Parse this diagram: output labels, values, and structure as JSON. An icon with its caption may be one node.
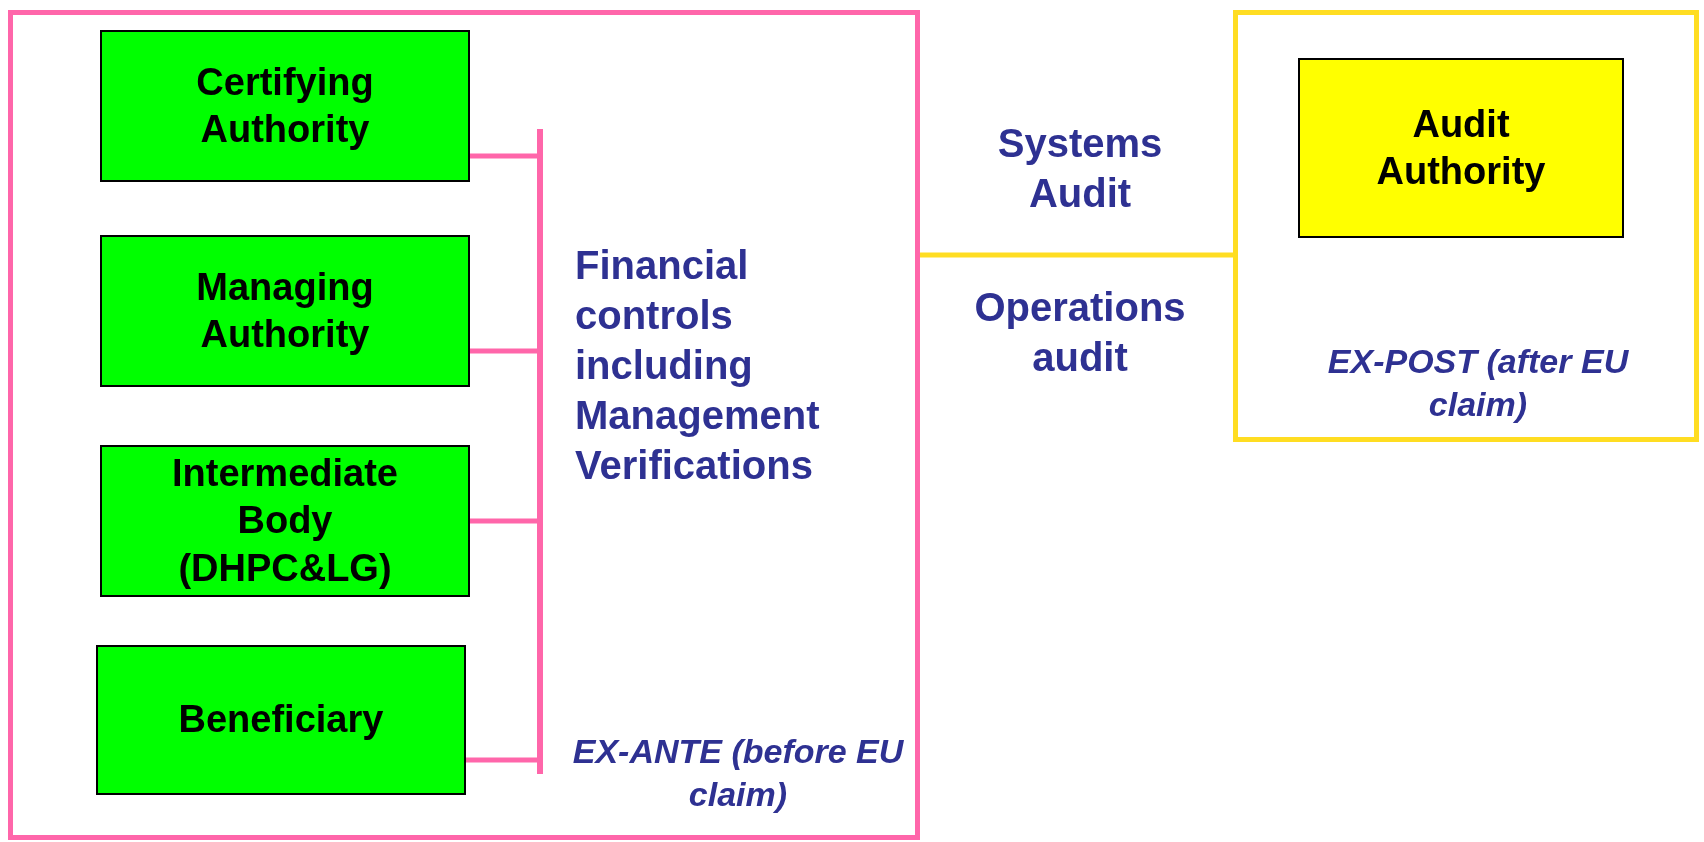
{
  "diagram": {
    "nodes": [
      {
        "text": [
          "EX-ANTE (before EU claim)"
        ]
      },
      {
        "text": [
          "Certifying Authority"
        ],
        "in": 0
      },
      {
        "text": [
          "Managing Authority"
        ],
        "in": 0
      },
      {
        "text": [
          "Intermediate Body (DHPC&LG)"
        ],
        "in": 0
      },
      {
        "text": [
          "Beneficiary"
        ],
        "in": 0
      },
      {
        "text": [
          "EX-POST (after EU claim)"
        ]
      },
      {
        "text": [
          "Audit Authority"
        ],
        "in": 5
      },
      {
        "text": [],
        "shape": "bar",
        "in": 0
      }
    ],
    "edges": [
      {
        "from": 1,
        "to": 7,
        "arrow": "none"
      },
      {
        "from": 2,
        "to": 7,
        "arrow": "none"
      },
      {
        "from": 3,
        "to": 7,
        "arrow": "none"
      },
      {
        "from": 4,
        "to": 7,
        "arrow": "none"
      },
      {
        "from": 0,
        "to": 5,
        "arrow": "none",
        "color": "#ffdd22"
      }
    ],
    "labels": [
      "Financial controls including Management Verifications",
      "Systems Audit",
      "Operations audit"
    ]
  }
}
